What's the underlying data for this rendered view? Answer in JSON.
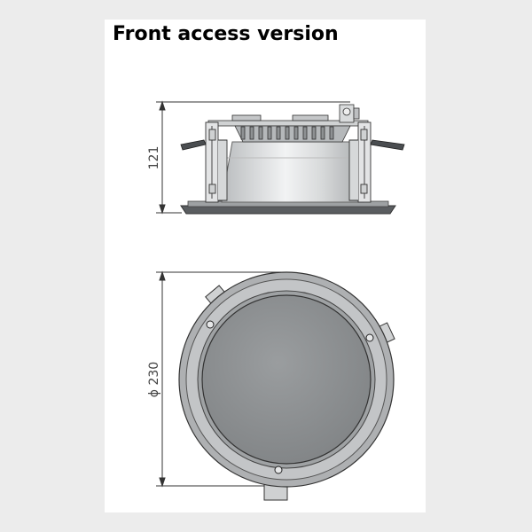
{
  "title": "Front access version",
  "dimensions": {
    "height_label": "121",
    "diameter_label": "ϕ 230"
  },
  "colors": {
    "outline": "#333333",
    "body": "#c9c9c9",
    "lens": "#8f9294",
    "ring": "#b7b9bb"
  }
}
